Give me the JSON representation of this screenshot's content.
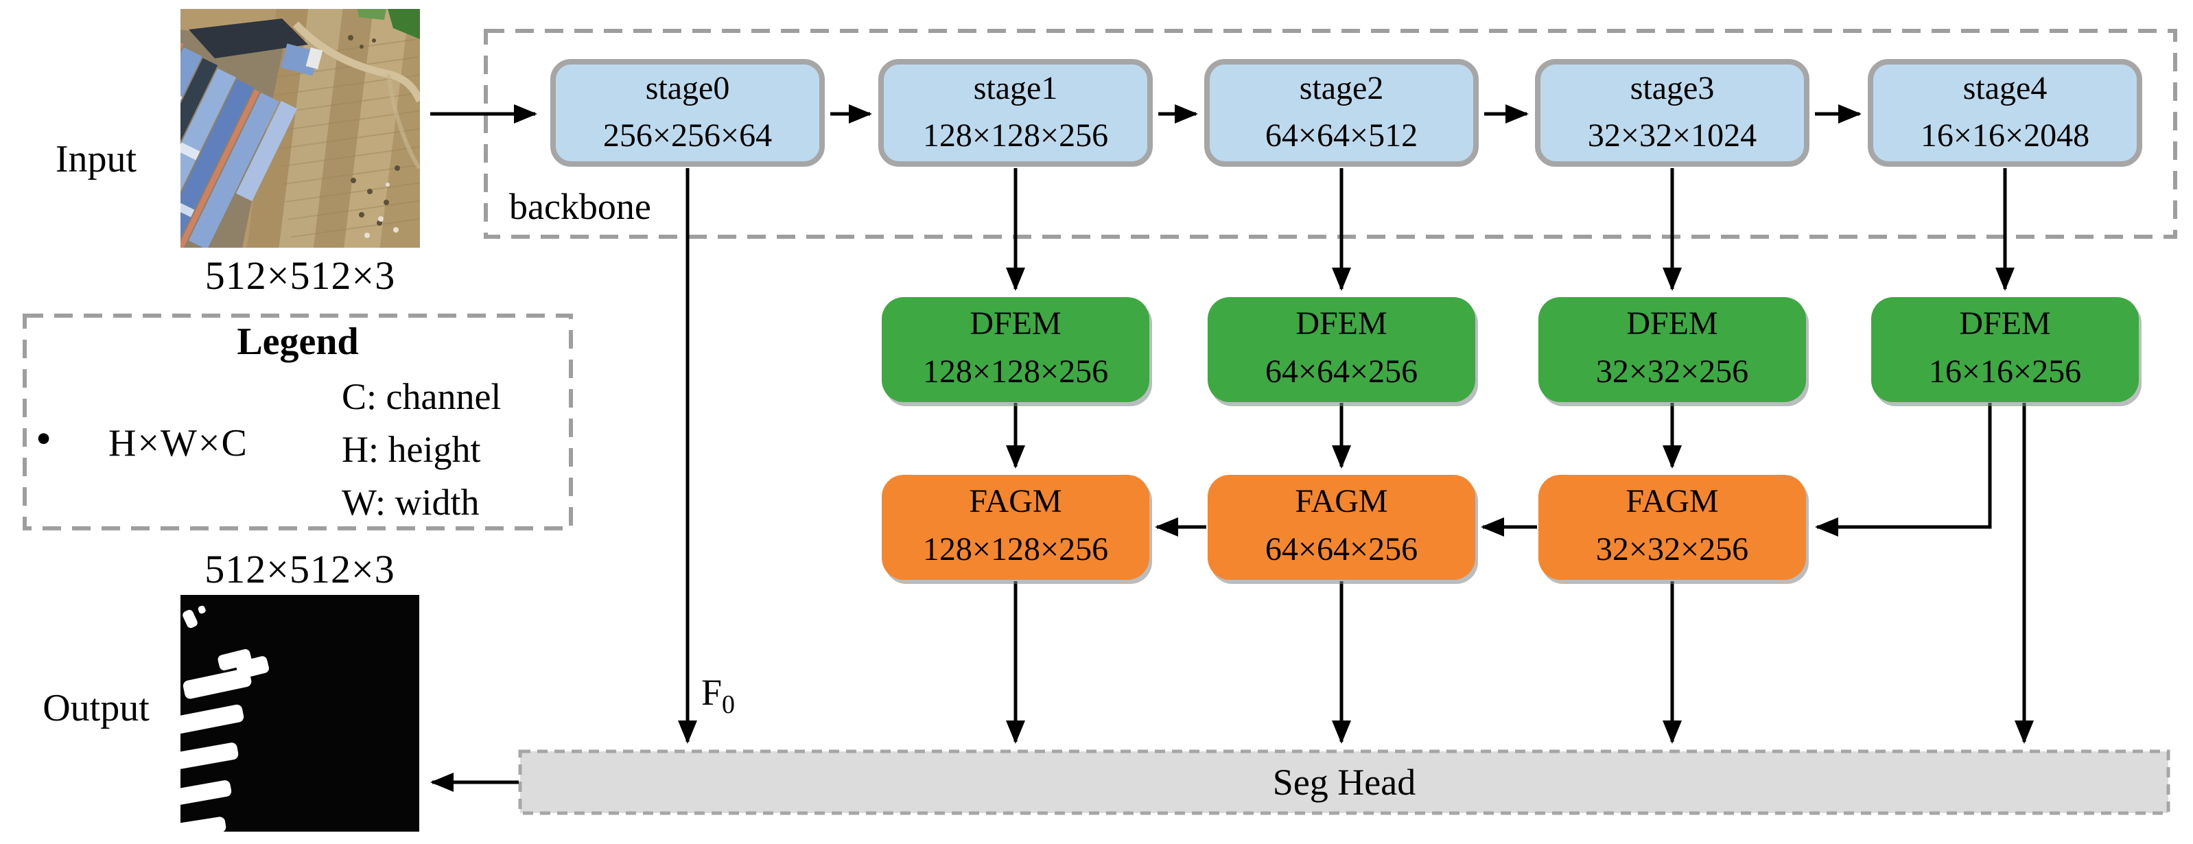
{
  "input": {
    "label": "Input",
    "caption": "512×512×3"
  },
  "output": {
    "label": "Output",
    "caption": "512×512×3"
  },
  "backbone": {
    "label": "backbone",
    "stages": [
      {
        "name": "stage0",
        "dims": "256×256×64"
      },
      {
        "name": "stage1",
        "dims": "128×128×256"
      },
      {
        "name": "stage2",
        "dims": "64×64×512"
      },
      {
        "name": "stage3",
        "dims": "32×32×1024"
      },
      {
        "name": "stage4",
        "dims": "16×16×2048"
      }
    ]
  },
  "dfem": [
    {
      "name": "DFEM",
      "dims": "128×128×256"
    },
    {
      "name": "DFEM",
      "dims": "64×64×256"
    },
    {
      "name": "DFEM",
      "dims": "32×32×256"
    },
    {
      "name": "DFEM",
      "dims": "16×16×256"
    }
  ],
  "fagm": [
    {
      "name": "FAGM",
      "dims": "128×128×256"
    },
    {
      "name": "FAGM",
      "dims": "64×64×256"
    },
    {
      "name": "FAGM",
      "dims": "32×32×256"
    }
  ],
  "seg_head": {
    "label": "Seg Head"
  },
  "f0": {
    "base": "F",
    "sub": "0"
  },
  "legend": {
    "title": "Legend",
    "bullet": "•",
    "item": "H×W×C",
    "defs": [
      "C: channel",
      "H: height",
      "W: width"
    ]
  },
  "colors": {
    "stage_fill": "#BDD9EE",
    "module_green": "#3EA843",
    "module_orange": "#F58630",
    "seg_head_fill": "#DCDCDC",
    "box_border": "#A6A6A6",
    "dash_border": "#9E9E9E",
    "connector": "#000000"
  }
}
